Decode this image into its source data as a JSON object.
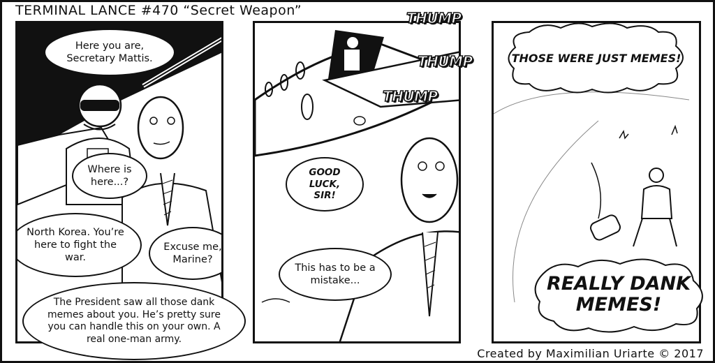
{
  "comic": {
    "title": "TERMINAL LANCE #470 “Secret Weapon”",
    "credit": "Created by Maximilian Uriarte © 2017"
  },
  "panels": [
    {
      "id": 1,
      "dialogue": [
        {
          "speaker": "marine-pilot",
          "text": "Here you are, Secretary Mattis."
        },
        {
          "speaker": "mattis",
          "text": "Where is here...?"
        },
        {
          "speaker": "marine-pilot",
          "text": "North Korea. You’re here to fight the war."
        },
        {
          "speaker": "mattis",
          "text": "Excuse me, Marine?"
        },
        {
          "speaker": "marine-pilot",
          "text": "The President saw all those dank memes about you. He’s pretty sure you can handle this on your own. A real one-man army."
        }
      ]
    },
    {
      "id": 2,
      "sound_effects": [
        "THUMP",
        "THUMP",
        "THUMP"
      ],
      "dialogue": [
        {
          "speaker": "marine-pilot",
          "text": "GOOD LUCK, SIR!"
        },
        {
          "speaker": "mattis",
          "text": "This has to be a mistake..."
        }
      ]
    },
    {
      "id": 3,
      "dialogue": [
        {
          "speaker": "mattis",
          "text": "THOSE WERE JUST MEMES!"
        },
        {
          "speaker": "mattis",
          "text": "REALLY DANK MEMES!"
        }
      ]
    }
  ]
}
